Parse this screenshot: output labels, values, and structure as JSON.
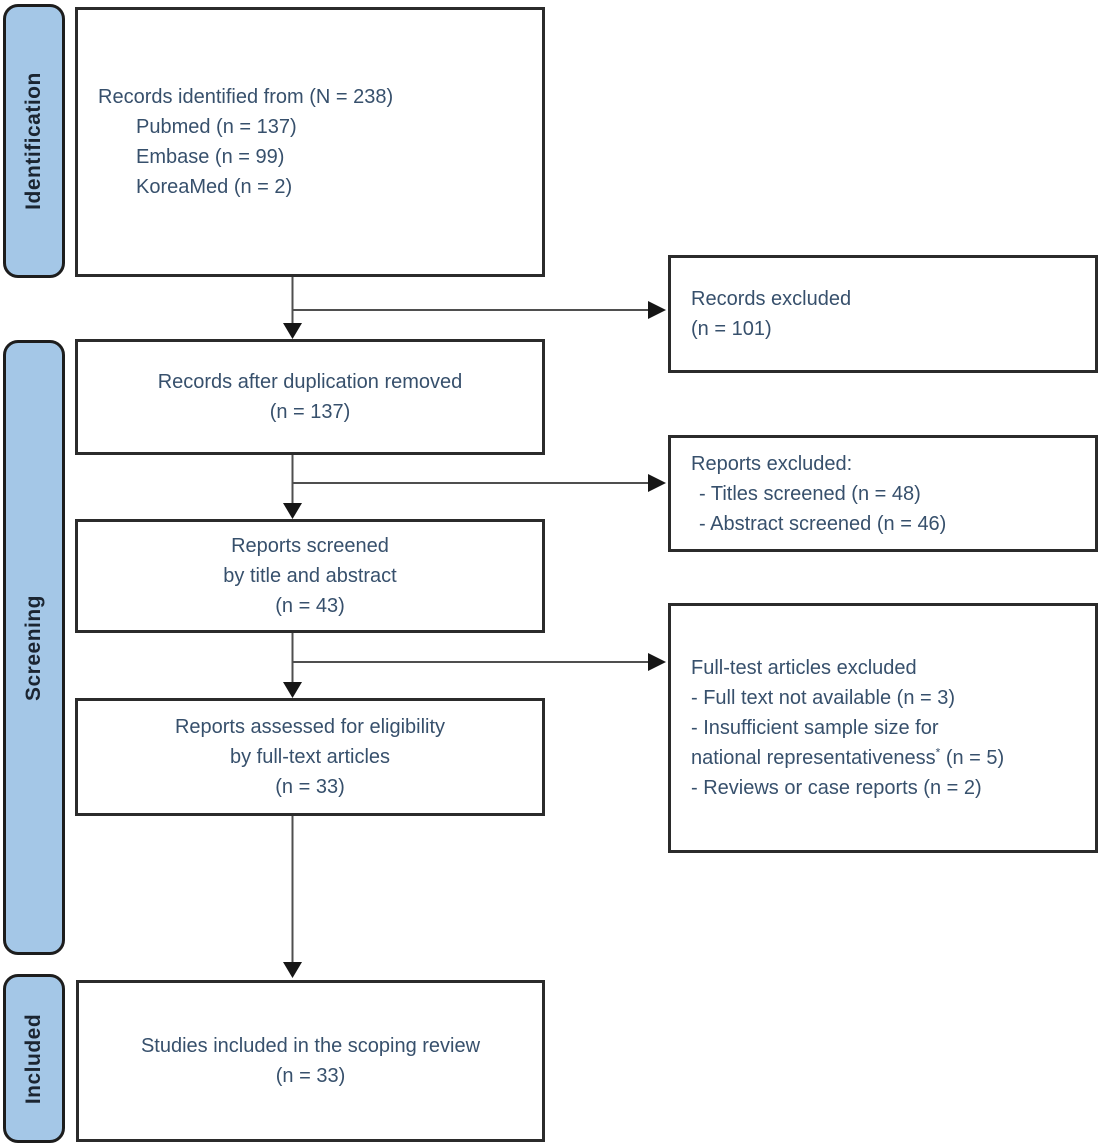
{
  "diagram": {
    "title": "PRISMA-style study selection flow diagram",
    "stages": [
      {
        "label": "Identification"
      },
      {
        "label": "Screening"
      },
      {
        "label": "Included"
      }
    ],
    "flow": {
      "records_identified": {
        "line1": "Records identified from (N = 238)",
        "line2": "Pubmed (n = 137)",
        "line3": "Embase (n = 99)",
        "line4": "KoreaMed (n = 2)"
      },
      "duplicates_removed": {
        "line1": "Records after duplication removed",
        "line2": "(n = 137)"
      },
      "reports_screened": {
        "line1": "Reports screened",
        "line2": "by title and abstract",
        "line3": "(n = 43)"
      },
      "reports_assessed": {
        "line1": "Reports assessed for eligibility",
        "line2": "by full-text articles",
        "line3": "(n = 33)"
      },
      "studies_included": {
        "line1": "Studies included in the scoping review",
        "line2": "(n = 33)"
      }
    },
    "exclusions": {
      "records_excluded": {
        "line1": "Records excluded",
        "line2": "(n = 101)"
      },
      "reports_excluded": {
        "line1": "Reports excluded:",
        "line2": "- Titles screened (n = 48)",
        "line3": "- Abstract screened (n = 46)"
      },
      "fulltext_excluded": {
        "line1": "Full-test articles excluded",
        "line2": "- Full text not available (n = 3)",
        "line3": "- Insufficient sample size for",
        "line4_pre": "national representativeness",
        "line4_sup": "*",
        "line4_post": " (n = 5)",
        "line5": "- Reviews or case reports (n = 2)"
      }
    },
    "colors": {
      "stage_fill": "#a4c7e7",
      "stage_border": "#1d1d1d",
      "box_border": "#2b2b2b",
      "text": "#37506c",
      "connector_line": "#4f4f4f",
      "arrowhead": "#161616"
    }
  }
}
